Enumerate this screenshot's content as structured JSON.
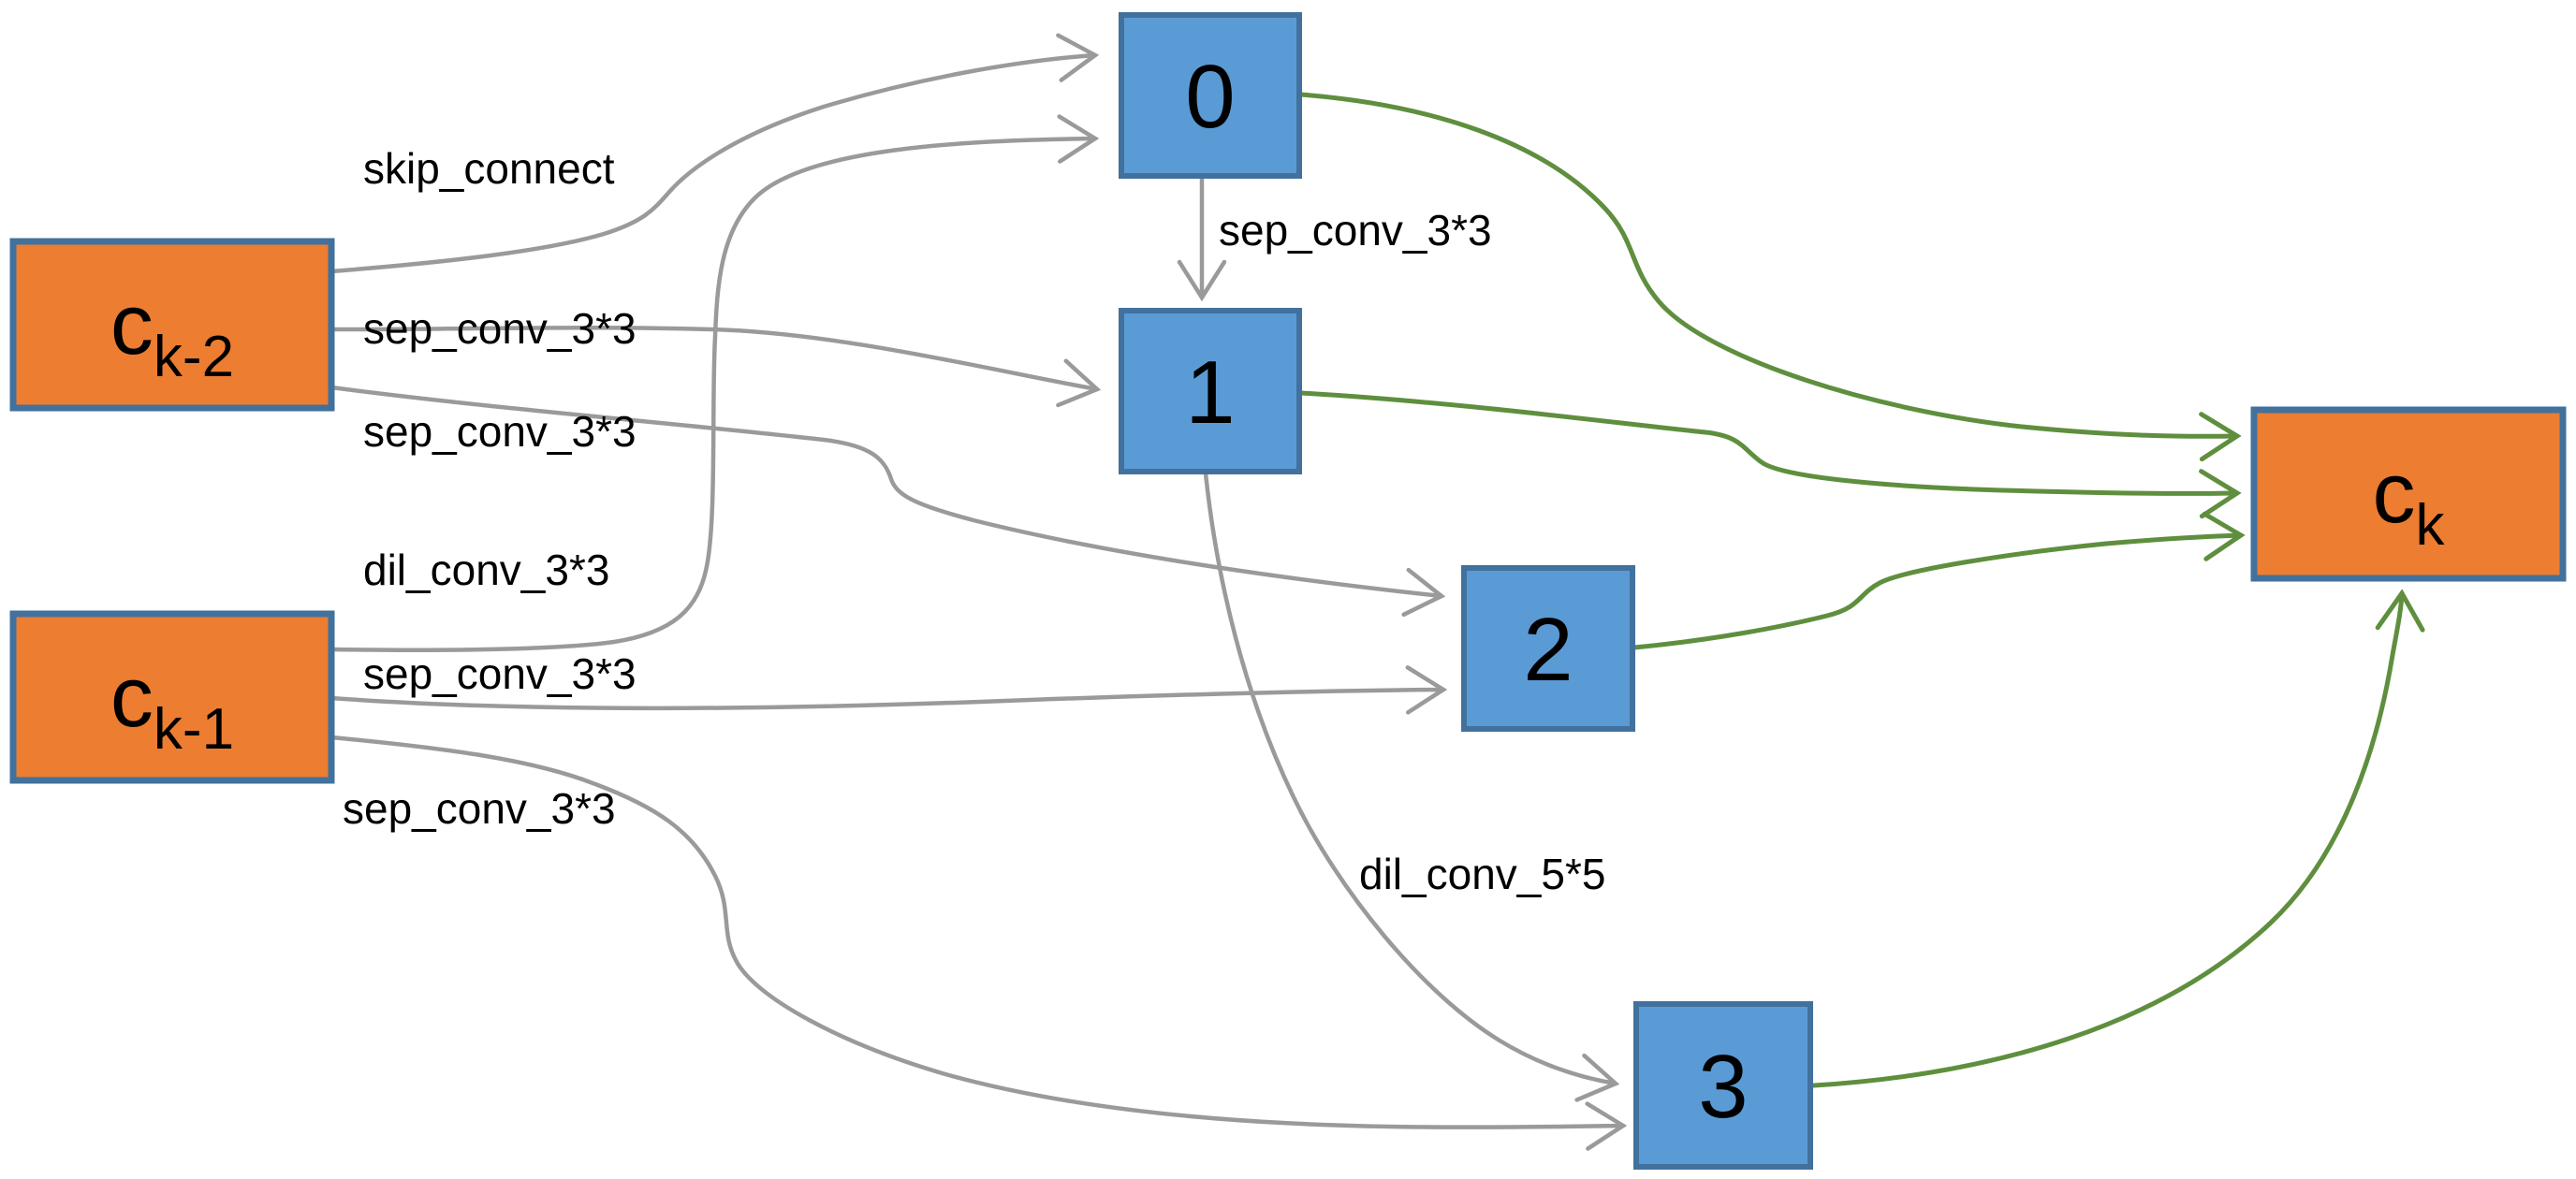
{
  "diagram": {
    "kind": "neural-architecture-cell",
    "input_nodes": [
      {
        "id": "c_k-2",
        "base": "c",
        "subscript": "k-2"
      },
      {
        "id": "c_k-1",
        "base": "c",
        "subscript": "k-1"
      }
    ],
    "intermediate_nodes": [
      "0",
      "1",
      "2",
      "3"
    ],
    "output_node": {
      "id": "c_k",
      "base": "c",
      "subscript": "k"
    },
    "edges": [
      {
        "from": "c_k-2",
        "to": "0",
        "label": "skip_connect"
      },
      {
        "from": "c_k-2",
        "to": "1",
        "label": "sep_conv_3*3"
      },
      {
        "from": "c_k-2",
        "to": "2",
        "label": "sep_conv_3*3"
      },
      {
        "from": "c_k-1",
        "to": "0",
        "label": "dil_conv_3*3"
      },
      {
        "from": "c_k-1",
        "to": "2",
        "label": "sep_conv_3*3"
      },
      {
        "from": "c_k-1",
        "to": "3",
        "label": "sep_conv_3*3"
      },
      {
        "from": "0",
        "to": "1",
        "label": "sep_conv_3*3"
      },
      {
        "from": "1",
        "to": "3",
        "label": "dil_conv_5*5"
      }
    ],
    "output_edges": [
      {
        "from": "0",
        "to": "c_k"
      },
      {
        "from": "1",
        "to": "c_k"
      },
      {
        "from": "2",
        "to": "c_k"
      },
      {
        "from": "3",
        "to": "c_k"
      }
    ],
    "colors": {
      "io_fill": "#ed7d31",
      "mid_fill": "#5b9bd5",
      "node_border": "#41719c",
      "gray_edge": "#9a9a9a",
      "green_edge": "#5f8f3e",
      "text": "#000000"
    }
  }
}
